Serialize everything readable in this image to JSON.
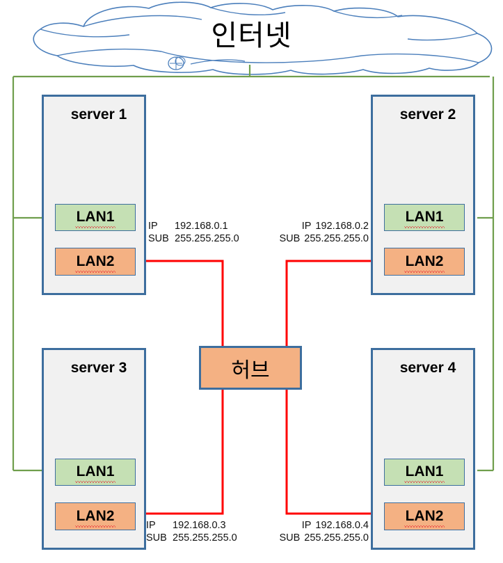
{
  "diagram": {
    "title": "인터넷",
    "cloud_label": "인터넷",
    "hub_label": "허브",
    "colors": {
      "cloud_outline": "#4a7ebb",
      "uplink_green": "#6f9e4c",
      "cable_red": "#ff0000",
      "server_border": "#3d6e9e",
      "server_fill": "#f1f1f1",
      "lan1_fill": "#c5e0b4",
      "lan2_fill": "#f4b183",
      "hub_fill": "#f4b183",
      "spellcheck_underline": "#e81123"
    },
    "nic_labels": {
      "lan1": "LAN1",
      "lan2": "LAN2"
    },
    "ip_key": "IP",
    "sub_key": "SUB",
    "servers": [
      {
        "id": "server-1",
        "title": "server 1",
        "lan1": "LAN1",
        "lan2": "LAN2",
        "ip": "192.168.0.1",
        "sub": "255.255.255.0"
      },
      {
        "id": "server-2",
        "title": "server 2",
        "lan1": "LAN1",
        "lan2": "LAN2",
        "ip": "192.168.0.2",
        "sub": "255.255.255.0"
      },
      {
        "id": "server-3",
        "title": "server 3",
        "lan1": "LAN1",
        "lan2": "LAN2",
        "ip": "192.168.0.3",
        "sub": "255.255.255.0"
      },
      {
        "id": "server-4",
        "title": "server 4",
        "lan1": "LAN1",
        "lan2": "LAN2",
        "ip": "192.168.0.4",
        "sub": "255.255.255.0"
      }
    ]
  }
}
